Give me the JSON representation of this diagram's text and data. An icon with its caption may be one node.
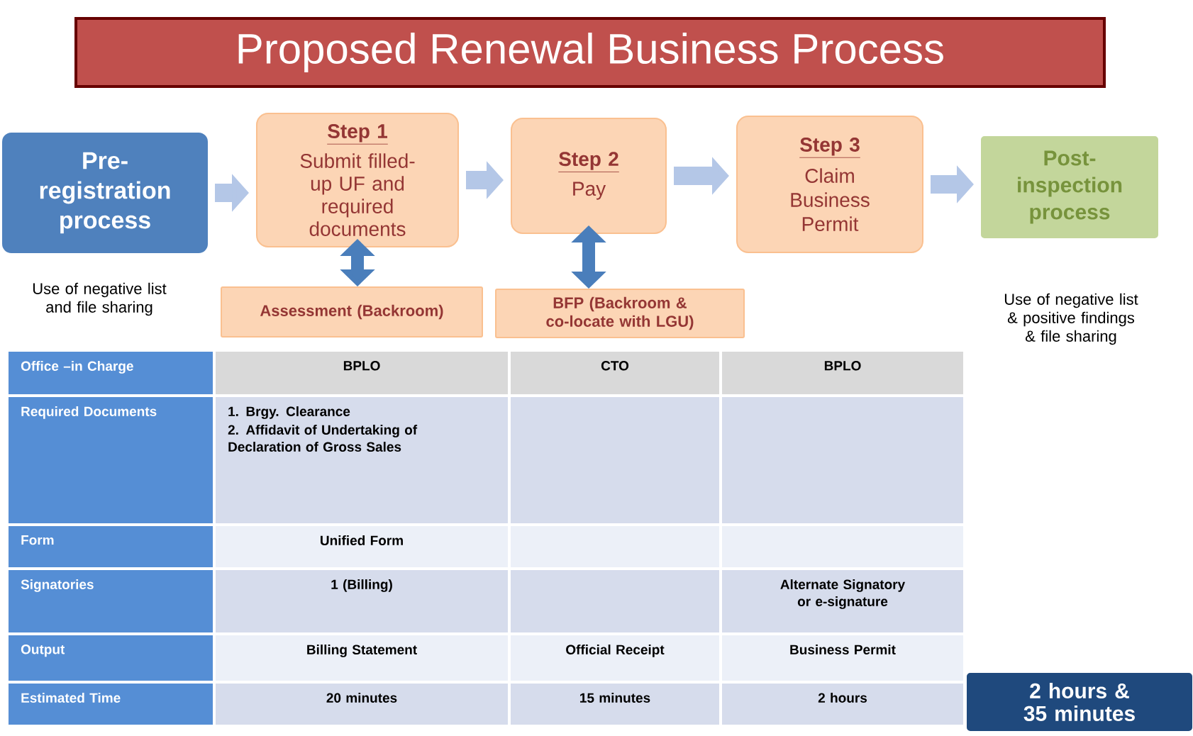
{
  "diagram": {
    "title": "Proposed Renewal Business Process",
    "nodes": [
      {
        "text": [
          "Pre-registration process"
        ],
        "beside": [
          "Use of negative list and file sharing"
        ]
      },
      {
        "text": [
          "Step 1",
          "Submit filled-up UF and required documents"
        ]
      },
      {
        "text": [
          "Step 2",
          "Pay"
        ]
      },
      {
        "text": [
          "Step 3",
          "Claim Business Permit"
        ]
      },
      {
        "text": [
          "Post-inspection process"
        ],
        "beside": [
          "Use of negative list & positive findings & file sharing"
        ]
      },
      {
        "text": [
          "Assessment (Backroom)"
        ]
      },
      {
        "text": [
          "BFP (Backroom & co-locate with LGU)"
        ]
      },
      {
        "text": [
          "2 hours & 35 minutes"
        ]
      }
    ],
    "edges": [
      {
        "from": 0,
        "to": 1,
        "arrow": "to"
      },
      {
        "from": 1,
        "to": 2,
        "arrow": "to"
      },
      {
        "from": 2,
        "to": 3,
        "arrow": "to"
      },
      {
        "from": 3,
        "to": 4,
        "arrow": "to"
      },
      {
        "from": 1,
        "to": 5,
        "arrow": "both",
        "color": "#4a7ebb"
      },
      {
        "from": 2,
        "to": 6,
        "arrow": "both",
        "color": "#4a7ebb"
      }
    ],
    "labels": [
      "Office –in Charge",
      "BPLO",
      "CTO",
      "BPLO",
      "Required Documents",
      "1. Brgy. Clearance",
      "2. Affidavit of Undertaking of Declaration of Gross Sales",
      "Form",
      "Unified Form",
      "Signatories",
      "1 (Billing)",
      "Alternate Signatory or e-signature",
      "Output",
      "Billing Statement",
      "Official Receipt",
      "Business Permit",
      "Estimated Time",
      "20 minutes",
      "15 minutes",
      "2 hours"
    ]
  }
}
